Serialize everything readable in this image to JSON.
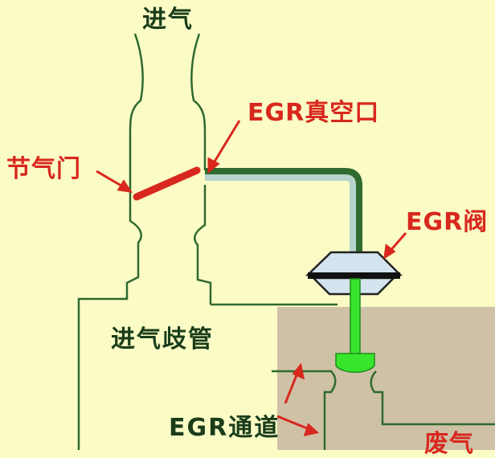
{
  "labels": {
    "intake_air": "进气",
    "egr_vacuum_port": "EGR真空口",
    "throttle": "节气门",
    "egr_valve": "EGR阀",
    "intake_manifold": "进气歧管",
    "egr_passage": "EGR通道",
    "exhaust": "废气"
  },
  "colors": {
    "background": "#fbfbc6",
    "pipe_outline": "#2f6a2f",
    "label_dark": "#1a3d1a",
    "label_red": "#d8281e",
    "exhaust_block": "#cfc1a6",
    "vacuum_line": "#b6d4cc",
    "valve_stem": "#37e62c",
    "valve_body": "#d4e4ee"
  }
}
